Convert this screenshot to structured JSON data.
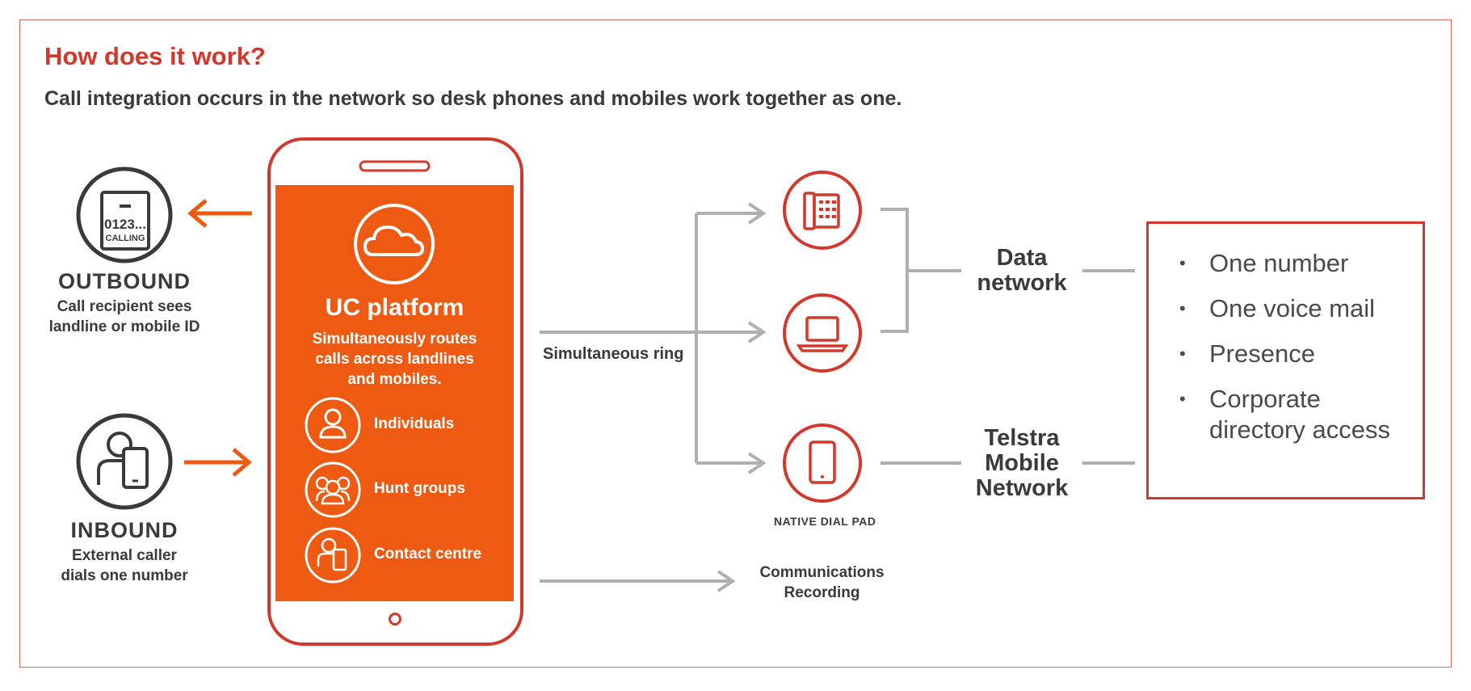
{
  "header": {
    "title": "How does it work?",
    "subtitle": "Call integration occurs in the network so desk phones and mobiles work together as one."
  },
  "outbound": {
    "icon_text_line1": "0123...",
    "icon_text_line2": "CALLING",
    "title": "OUTBOUND",
    "desc_line1": "Call recipient sees",
    "desc_line2": "landline or mobile ID"
  },
  "inbound": {
    "title": "INBOUND",
    "desc_line1": "External caller",
    "desc_line2": "dials one number"
  },
  "platform": {
    "title": "UC platform",
    "desc_line1": "Simultaneously routes",
    "desc_line2": "calls across landlines",
    "desc_line3": "and mobiles.",
    "features": [
      {
        "label": "Individuals",
        "icon": "person-icon"
      },
      {
        "label": "Hunt groups",
        "icon": "group-icon"
      },
      {
        "label": "Contact centre",
        "icon": "agent-icon"
      }
    ]
  },
  "routing": {
    "ring_label": "Simultaneous ring",
    "recording_line1": "Communications",
    "recording_line2": "Recording",
    "native_dial_pad": "NATIVE DIAL PAD"
  },
  "networks": {
    "data_line1": "Data",
    "data_line2": "network",
    "mobile_line1": "Telstra",
    "mobile_line2": "Mobile",
    "mobile_line3": "Network"
  },
  "benefits": [
    "One number",
    "One voice mail",
    "Presence",
    "Corporate directory access"
  ],
  "colors": {
    "accent_red": "#d2392c",
    "orange": "#ef5a12",
    "dark_icon": "#3a3a3a",
    "connector_grey": "#b0b0b0"
  }
}
